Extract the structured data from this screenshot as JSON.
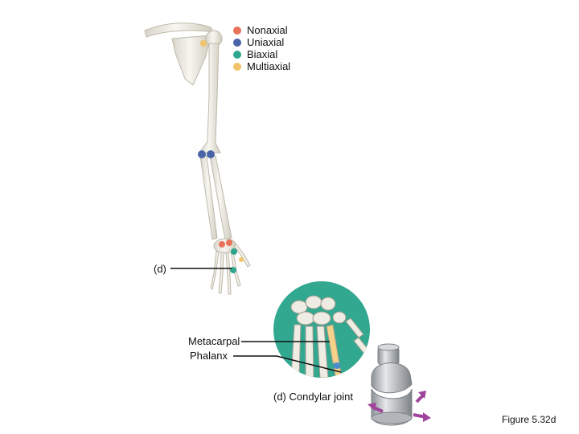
{
  "legend": {
    "items": [
      {
        "label": "Nonaxial",
        "color": "#e8735a"
      },
      {
        "label": "Uniaxial",
        "color": "#4a64a8"
      },
      {
        "label": "Biaxial",
        "color": "#2fa58f"
      },
      {
        "label": "Multiaxial",
        "color": "#f2c46a"
      }
    ]
  },
  "labels": {
    "panel_marker": "(d)",
    "metacarpal": "Metacarpal",
    "phalanx": "Phalanx",
    "joint_caption": "(d) Condylar joint",
    "figure_number": "Figure 5.32d"
  },
  "colors": {
    "bone": "#f1efe6",
    "bone_outline": "#c9c5b8",
    "inset_background": "#32a891",
    "highlight_bone": "#f4d28a",
    "model_gray": "#b8bcc0",
    "arrow_purple": "#a0449c"
  }
}
